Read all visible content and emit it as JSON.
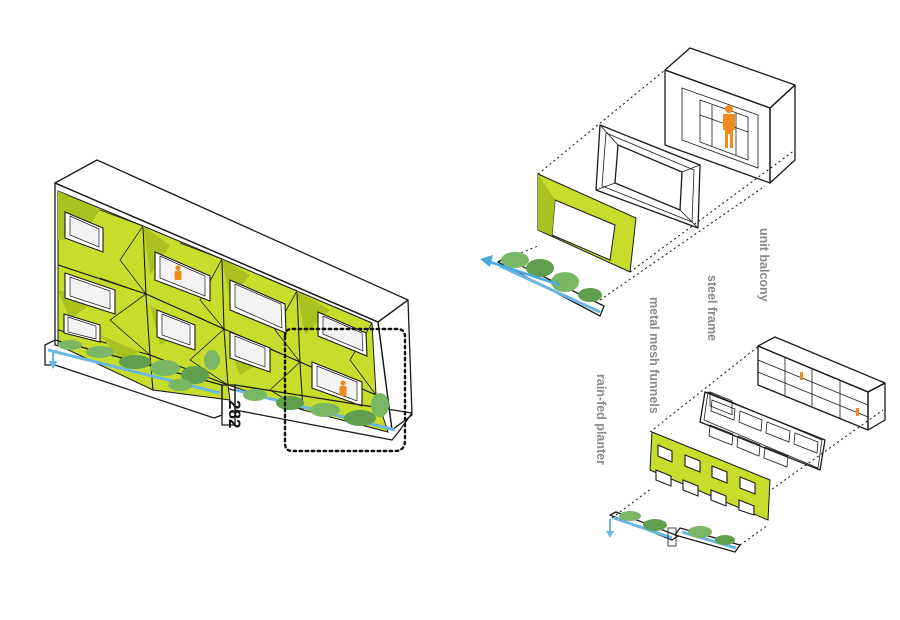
{
  "labels": {
    "unit_balcony": "unit balcony",
    "steel_frame": "steel frame",
    "metal_mesh_funnels": "metal mesh funnels",
    "rain_fed_planter": "rain-fed planter",
    "address_number": "282"
  },
  "colors": {
    "mesh_green": "#c6dd2c",
    "person_orange": "#f08a1c",
    "water_blue": "#6ab7e6",
    "plant_green": "#79b765"
  },
  "icons": [
    "down-arrow-icon",
    "left-arrow-icon",
    "person-icon"
  ]
}
